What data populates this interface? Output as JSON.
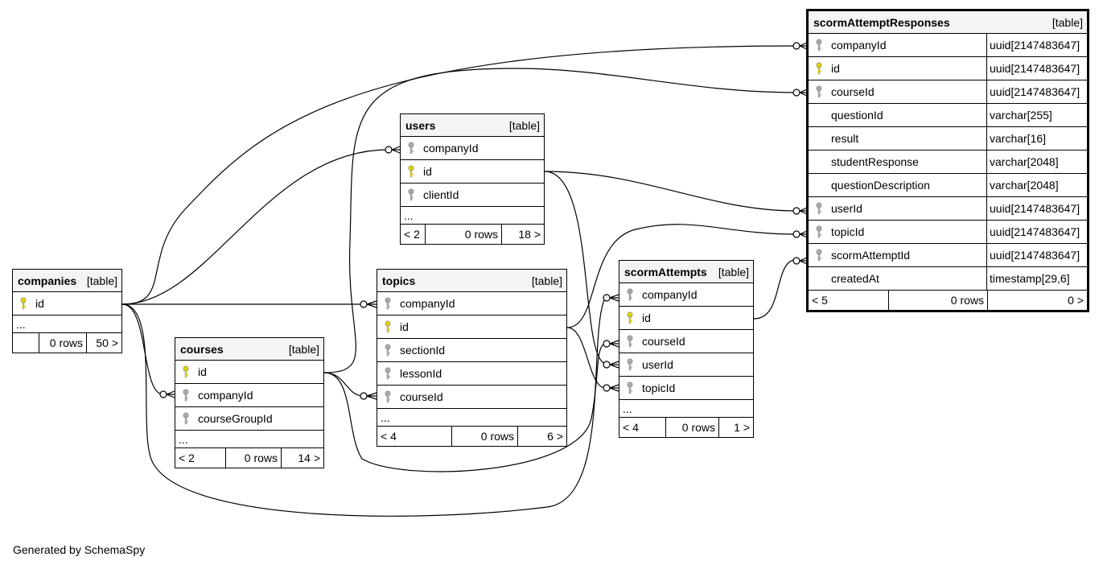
{
  "tables": {
    "scormAttemptResponses": {
      "name": "scormAttemptResponses",
      "type": "[table]",
      "columns": [
        {
          "name": "companyId",
          "type": "uuid[2147483647]",
          "key": "fk"
        },
        {
          "name": "id",
          "type": "uuid[2147483647]",
          "key": "pk"
        },
        {
          "name": "courseId",
          "type": "uuid[2147483647]",
          "key": "fk"
        },
        {
          "name": "questionId",
          "type": "varchar[255]",
          "key": "none"
        },
        {
          "name": "result",
          "type": "varchar[16]",
          "key": "none"
        },
        {
          "name": "studentResponse",
          "type": "varchar[2048]",
          "key": "none"
        },
        {
          "name": "questionDescription",
          "type": "varchar[2048]",
          "key": "none"
        },
        {
          "name": "userId",
          "type": "uuid[2147483647]",
          "key": "fk"
        },
        {
          "name": "topicId",
          "type": "uuid[2147483647]",
          "key": "fk"
        },
        {
          "name": "scormAttemptId",
          "type": "uuid[2147483647]",
          "key": "fk"
        },
        {
          "name": "createdAt",
          "type": "timestamp[29,6]",
          "key": "none"
        }
      ],
      "footer": {
        "parents": "< 5",
        "rows": "0 rows",
        "children": "0 >"
      }
    },
    "users": {
      "name": "users",
      "type": "[table]",
      "columns": [
        {
          "name": "companyId",
          "key": "fk"
        },
        {
          "name": "id",
          "key": "pk"
        },
        {
          "name": "clientId",
          "key": "fk"
        }
      ],
      "more": "...",
      "footer": {
        "parents": "< 2",
        "rows": "0 rows",
        "children": "18 >"
      }
    },
    "companies": {
      "name": "companies",
      "type": "[table]",
      "columns": [
        {
          "name": "id",
          "key": "pk"
        }
      ],
      "more": "...",
      "footer": {
        "parents": "",
        "rows": "0 rows",
        "children": "50 >"
      }
    },
    "topics": {
      "name": "topics",
      "type": "[table]",
      "columns": [
        {
          "name": "companyId",
          "key": "fk"
        },
        {
          "name": "id",
          "key": "pk"
        },
        {
          "name": "sectionId",
          "key": "fk"
        },
        {
          "name": "lessonId",
          "key": "fk"
        },
        {
          "name": "courseId",
          "key": "fk"
        }
      ],
      "more": "...",
      "footer": {
        "parents": "< 4",
        "rows": "0 rows",
        "children": "6 >"
      }
    },
    "scormAttempts": {
      "name": "scormAttempts",
      "type": "[table]",
      "columns": [
        {
          "name": "companyId",
          "key": "fk"
        },
        {
          "name": "id",
          "key": "pk"
        },
        {
          "name": "courseId",
          "key": "fk"
        },
        {
          "name": "userId",
          "key": "fk"
        },
        {
          "name": "topicId",
          "key": "fk"
        }
      ],
      "more": "...",
      "footer": {
        "parents": "< 4",
        "rows": "0 rows",
        "children": "1 >"
      }
    },
    "courses": {
      "name": "courses",
      "type": "[table]",
      "columns": [
        {
          "name": "id",
          "key": "pk"
        },
        {
          "name": "companyId",
          "key": "fk"
        },
        {
          "name": "courseGroupId",
          "key": "fk"
        }
      ],
      "more": "...",
      "footer": {
        "parents": "< 2",
        "rows": "0 rows",
        "children": "14 >"
      }
    }
  },
  "credit": "Generated by SchemaSpy",
  "colors": {
    "primary_key": "#e0d200",
    "foreign_key": "#aaaaaa",
    "header_bg": "#f4f4f4",
    "line": "#000000"
  }
}
